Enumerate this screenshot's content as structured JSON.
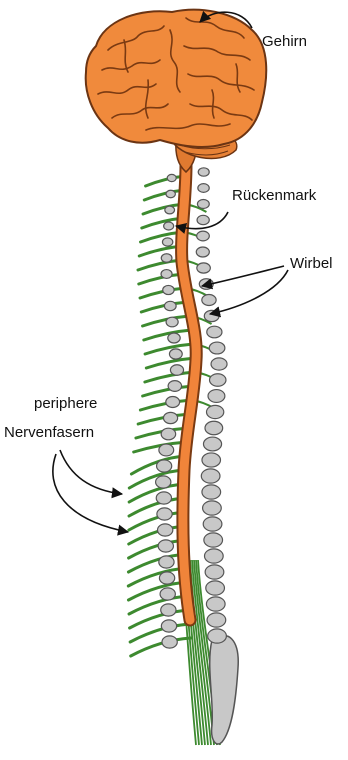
{
  "labels": {
    "brain": "Gehirn",
    "spinal_cord": "Rückenmark",
    "vertebrae": "Wirbel",
    "peripheral_line1": "periphere",
    "peripheral_line2": "Nervenfasern"
  },
  "colors": {
    "brain_fill": "#f08a3c",
    "brain_outline": "#6b3413",
    "spinal_cord": "#f0843a",
    "vertebra_fill": "#c8c8c8",
    "vertebra_outline": "#555555",
    "nerve": "#3d8a2f",
    "arrow": "#111111"
  }
}
